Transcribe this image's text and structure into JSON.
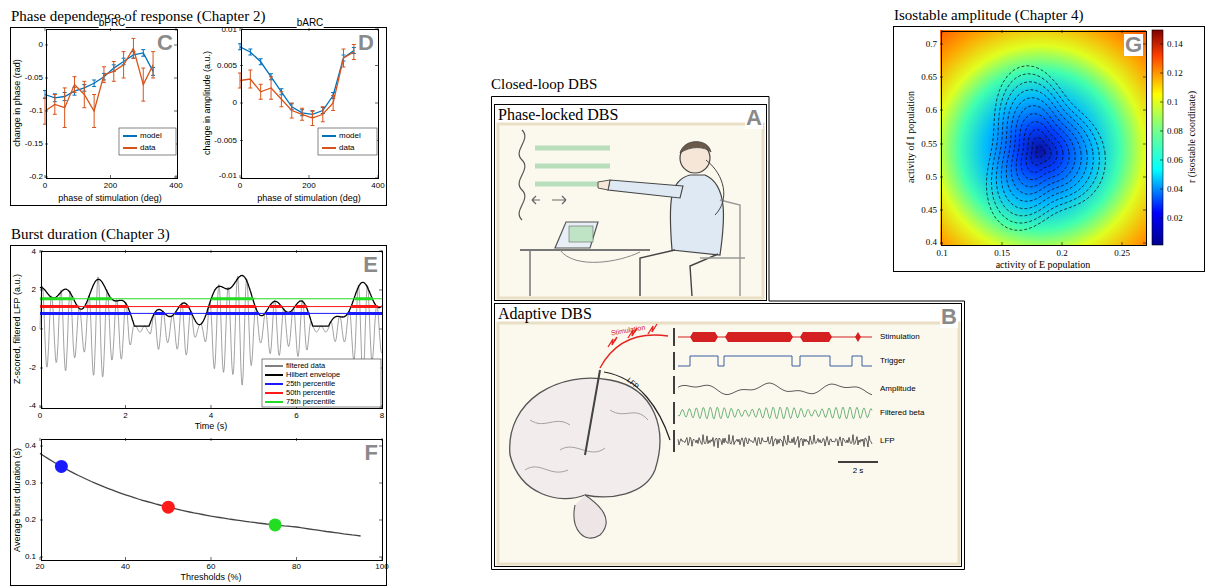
{
  "diagram": {
    "nodes": [
      {
        "text": [
          "Phase dependence of response (Chapter 2)"
        ]
      },
      {
        "text": [
          "bPRC",
          "C"
        ],
        "in": 0
      },
      {
        "text": [
          "bARC",
          "D"
        ],
        "in": 0
      },
      {
        "text": [
          "Closed-loop DBS"
        ]
      },
      {
        "text": [
          "Phase-locked DBS",
          "A"
        ],
        "in": 3
      },
      {
        "text": [
          "Adaptive DBS",
          "B"
        ],
        "in": 3
      },
      {
        "text": [
          "Burst duration (Chapter 3)"
        ]
      },
      {
        "text": [
          "E"
        ],
        "in": 6
      },
      {
        "text": [
          "F"
        ],
        "in": 6
      },
      {
        "text": [
          "Isostable amplitude (Chapter 4)"
        ]
      },
      {
        "text": [
          "G"
        ],
        "in": 9
      }
    ],
    "edges": [
      {
        "from": 0,
        "to": 4,
        "arrow": "to"
      },
      {
        "from": 6,
        "to": 5,
        "arrow": "to"
      },
      {
        "from": 9,
        "to": 4,
        "arrow": "to"
      },
      {
        "from": 9,
        "to": 5,
        "arrow": "to"
      }
    ],
    "labels": [
      "change in phase (rad)",
      "phase of stimulation (deg)",
      "0",
      "-0.05",
      "-0.1",
      "-0.15",
      "-0.2",
      "0",
      "200",
      "400",
      "change in amplitude (a.u.)",
      "phase of stimulation (deg)",
      "0.01",
      "0.005",
      "0",
      "-0.005",
      "-0.01",
      "0",
      "200",
      "400",
      "Z-scored, filtered LFP (a.u.)",
      "Time (s)",
      "4",
      "2",
      "0",
      "-2",
      "-4",
      "0",
      "2",
      "4",
      "6",
      "8",
      "Average burst duration (s)",
      "Thresholds (%)",
      "0.4",
      "0.3",
      "0.2",
      "0.1",
      "20",
      "40",
      "60",
      "80",
      "100",
      "activity of I population",
      "activity of E population",
      "0.7",
      "0.65",
      "0.6",
      "0.55",
      "0.5",
      "0.45",
      "0.4",
      "0.1",
      "0.15",
      "0.2",
      "0.25",
      "0.14",
      "0.12",
      "0.1",
      "0.08",
      "0.06",
      "0.04",
      "0.02",
      "r (isostable coordinate)",
      "Stimulation",
      "LFP",
      "Stimulation",
      "Trigger",
      "Amplitude",
      "Filtered beta",
      "LFP",
      "2 s"
    ],
    "legend": [
      {
        "text": "model",
        "color": "#0072BD"
      },
      {
        "text": "data",
        "color": "#D95319"
      },
      {
        "text": "model",
        "color": "#0072BD"
      },
      {
        "text": "data",
        "color": "#D95319"
      },
      {
        "text": "filtered data",
        "color": "#808080"
      },
      {
        "text": "Hilbert envelope",
        "color": "#000000"
      },
      {
        "text": "25th percentile",
        "color": "#1a1aff"
      },
      {
        "text": "50th percentile",
        "color": "#ff1a1a"
      },
      {
        "text": "75th percentile",
        "color": "#22dd22"
      }
    ]
  }
}
